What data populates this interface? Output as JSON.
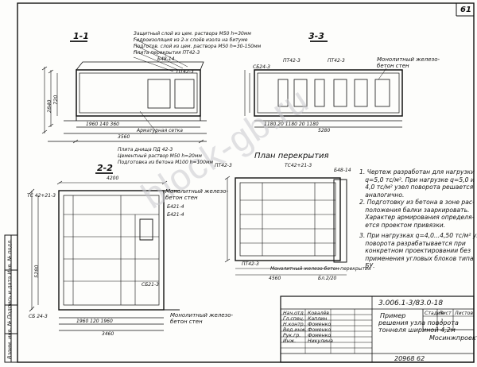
{
  "sheet_number": "61",
  "watermark": "block-gb.ru",
  "section_1_1": {
    "title": "1-1",
    "layers": [
      "Защитный слой из цем. раствора М50 h=30мм",
      "Гидроизоляция из 2-х слоёв изола на битуме",
      "Подготов. слой из цем. раствора М50 h=30-150мм",
      "Плита перекрытия ПТ42-3"
    ],
    "labels": [
      "Б48-14",
      "ПТ42-3",
      "Арматурная сетка"
    ],
    "dims": [
      "1960 140 360",
      "3560",
      "2840",
      "720"
    ],
    "base_layers": [
      "Плита днища ПД 42-3",
      "Цементный раствор М50 h=20мм",
      "Подготовка из бетона М100 h=100мм"
    ]
  },
  "section_3_3": {
    "title": "3-3",
    "labels": [
      "ПТ42-3",
      "ПТ42-3",
      "СБ24-3",
      "Монолитный железо-",
      "бетон стен"
    ],
    "dims": [
      "1180 20 1180 20 1180",
      "5280"
    ]
  },
  "section_2_2": {
    "title": "2-2",
    "labels": [
      "Монолитный железо-",
      "бетон стен",
      "Б421-4",
      "Б421-4",
      "ТС 42+21-3",
      "СБ21-3",
      "СБ 24-3",
      "Монолитный железо-",
      "бетон стен"
    ],
    "dims": [
      "4200",
      "1960 120 1960",
      "3460",
      "5280"
    ]
  },
  "slab_plan": {
    "title": "План перекрытия",
    "labels": [
      "ПТ42-3",
      "ТС42+21-3",
      "Б48-14",
      "ПТ42-3",
      "Монолитный железо-бетон перекрытия",
      "Бл.2/20"
    ],
    "dims": [
      "4560"
    ]
  },
  "notes": [
    "1. Чертеж разработан для нагрузки\n   q=5,0 тс/м². При нагрузке q=5,0 и\n   4,0 тс/м² узел поворота решается\n   аналогично.",
    "2. Подготовку из бетона в зоне рас-\n   положения балки зааркировать.\n   Характер армирования определя-\n   ется проектом привязки.",
    "3. При нагрузках q=4,0...4,50 тс/м² узел\n   поворота разрабатывается при\n   конкретном проектировании без\n   применения угловых блоков типа\n   БУ."
  ],
  "margin_strip": "Взаим. инв. №   Подпись и дата   Инв. № подл.",
  "title_block": {
    "code": "3.006.1-3/83.0-18",
    "title": [
      "Пример",
      "решения узла поворота",
      "тоннеля шириной 4,2м"
    ],
    "headers": [
      "Стадия",
      "Лист",
      "Листов"
    ],
    "sheet_value": "1",
    "organization": "Мосинжпроект",
    "roles": [
      "Нач.отд.",
      "Гл.спец.",
      "Н.контр.",
      "Вед.инж.",
      "Рук.гр.",
      "Инж."
    ],
    "names": [
      "Ковалёв",
      "Каплин",
      "Фоменко",
      "Фоменко",
      "Фоменко",
      "Никулина"
    ],
    "archive": "20968   62"
  }
}
